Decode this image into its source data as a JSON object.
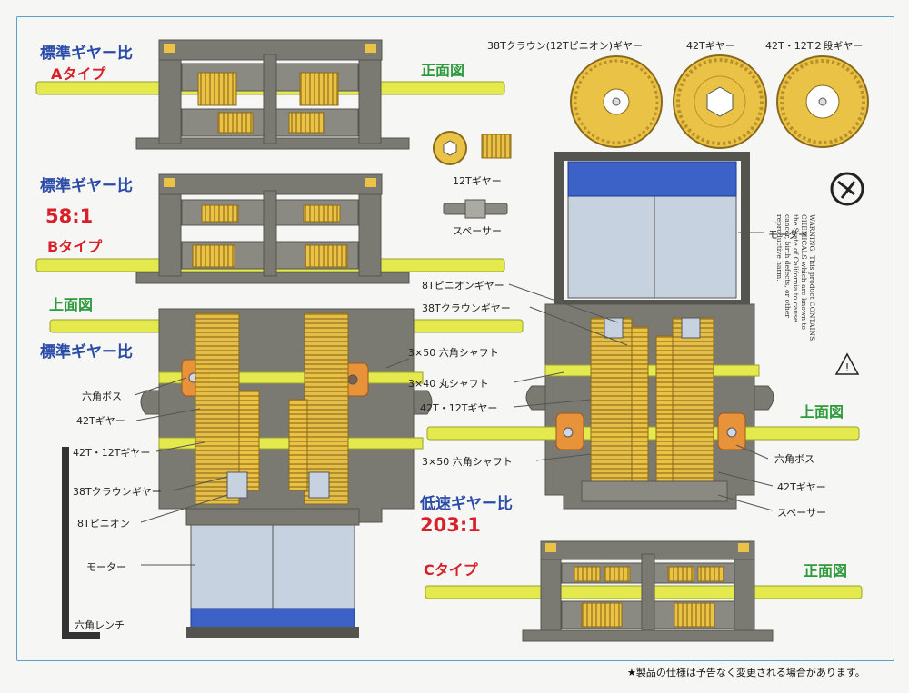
{
  "colors": {
    "frame": "#7a7a72",
    "frame_dark": "#55554f",
    "gear": "#e9c246",
    "gear_dark": "#b8902a",
    "shaft": "#e4ea4e",
    "motor": "#c6d2df",
    "motor_cap": "#3c62c8",
    "boss": "#e8923a",
    "border": "#5aa0c8",
    "leader": "#555555"
  },
  "title_a": "標準ギヤー比",
  "type_a": "Aタイプ",
  "front_view": "正面図",
  "title_b": "標準ギヤー比",
  "ratio_b": "58:1",
  "type_b": "Bタイプ",
  "top_view": "上面図",
  "title_b2": "標準ギヤー比",
  "title_c": "低速ギヤー比",
  "ratio_c": "203:1",
  "type_c": "Cタイプ",
  "parts_top": {
    "crown": "38Tクラウン(12Tピニオン)ギヤー",
    "gear42": "42Tギヤー",
    "gear42_12": "42T・12T２段ギヤー",
    "gear12": "12Tギヤー",
    "spacer": "スペーサー"
  },
  "left_labels": {
    "hex_boss": "六角ボス",
    "gear42": "42Tギヤー",
    "gear42_12": "42T・12Tギヤー",
    "crown38": "38Tクラウンギヤー",
    "pinion8": "8Tピニオン",
    "motor": "モーター",
    "wrench": "六角レンチ"
  },
  "center_labels": {
    "hex_shaft_a": "3×50 六角シャフト",
    "round_shaft": "3×40 丸シャフト",
    "gear42_12": "42T・12Tギヤー",
    "hex_shaft_b": "3×50 六角シャフト",
    "pinion8": "8Tピニオンギヤー",
    "crown38": "38Tクラウンギヤー"
  },
  "right_labels": {
    "motor": "モーター",
    "top_view": "上面図",
    "hex_boss": "六角ボス",
    "gear42": "42Tギヤー",
    "spacer": "スペーサー"
  },
  "warning": "WARNING: This product CONTAINS CHEMICALS which are known to the State of California to cause cancer, birth defects, or other reproductive harm.",
  "footnote": "★製品の仕様は予告なく変更される場合があります。"
}
